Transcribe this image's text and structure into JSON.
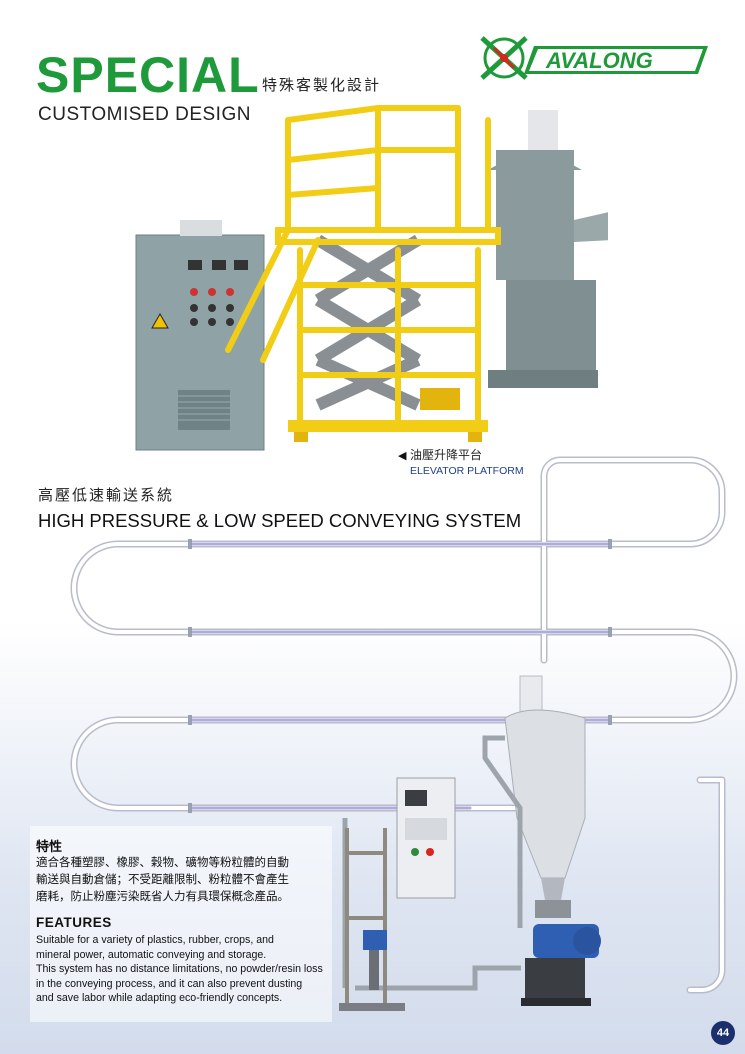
{
  "header": {
    "title_main": "SPECIAL",
    "title_zh": "特殊客製化設計",
    "title_en": "CUSTOMISED DESIGN"
  },
  "brand": {
    "logo_text": "AVALONG",
    "colors": {
      "green": "#1e9a3a",
      "red": "#d7261e",
      "navy": "#1a2f6b"
    }
  },
  "figure1": {
    "caption_zh": "油壓升降平台",
    "caption_en": "ELEVATOR PLATFORM"
  },
  "section": {
    "title_zh": "高壓低速輸送系統",
    "title_en": "HIGH PRESSURE & LOW SPEED CONVEYING SYSTEM"
  },
  "features": {
    "zh_title": "特性",
    "zh_lines": [
      "適合各種塑膠、橡膠、榖物、礦物等粉粒體的自動",
      "輸送與自動倉儲；不受距離限制、粉粒體不會產生",
      "磨耗，防止粉塵污染既省人力有具環保概念產品。"
    ],
    "en_title": "FEATURES",
    "en_lines": [
      "Suitable for a variety of plastics, rubber, crops, and",
      "mineral power, automatic conveying and storage.",
      "This system has no distance limitations, no powder/resin loss",
      "in the conveying process, and it can also prevent dusting",
      "and save labor while adapting eco-friendly concepts."
    ]
  },
  "page": {
    "number": "44"
  }
}
